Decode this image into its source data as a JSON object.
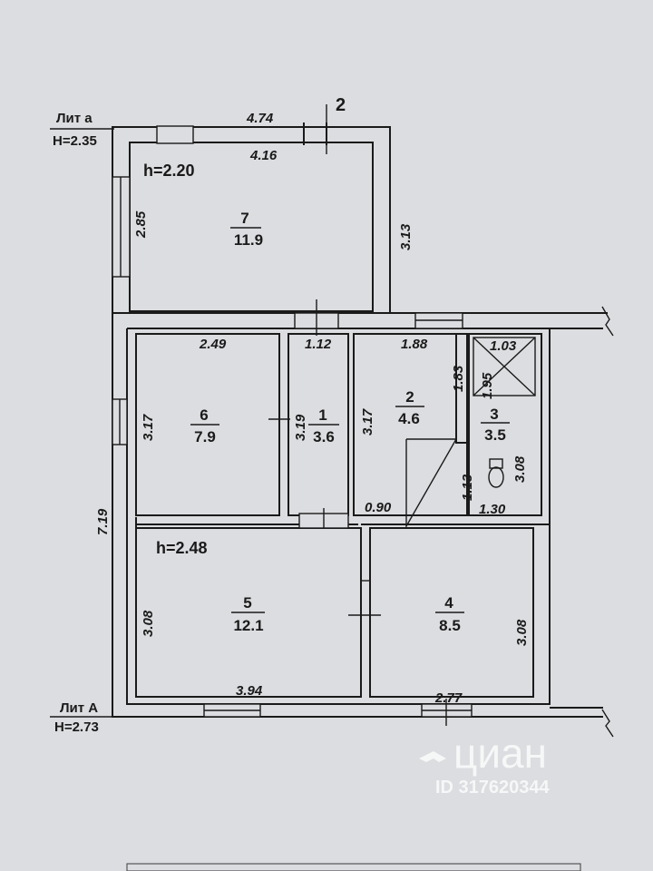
{
  "lit_a_small": {
    "name": "Лит а",
    "height": "H=2.35"
  },
  "lit_a_big": {
    "name": "Лит А",
    "height": "H=2.73"
  },
  "marker_2": "2",
  "ceiling_heights": {
    "lit_a": "h=2.20",
    "lit_A": "h=2.48"
  },
  "rooms": {
    "r7": {
      "number": "7",
      "area": "11.9"
    },
    "r6": {
      "number": "6",
      "area": "7.9"
    },
    "r1": {
      "number": "1",
      "area": "3.6"
    },
    "r2": {
      "number": "2",
      "area": "4.6"
    },
    "r3": {
      "number": "3",
      "area": "3.5"
    },
    "r5": {
      "number": "5",
      "area": "12.1"
    },
    "r4": {
      "number": "4",
      "area": "8.5"
    }
  },
  "dims": {
    "d474": "4.74",
    "d416": "4.16",
    "d285": "2.85",
    "d313": "3.13",
    "d249": "2.49",
    "d112": "1.12",
    "d188": "1.88",
    "d103": "1.03",
    "d183": "1.83",
    "d195": "1.95",
    "d317a": "3.17",
    "d319": "3.19",
    "d317b": "3.17",
    "d308a": "3.08",
    "d113": "1.13",
    "d130": "1.30",
    "d090": "0.90",
    "d719": "7.19",
    "d308b": "3.08",
    "d308c": "3.08",
    "d394": "3.94",
    "d277": "2.77"
  },
  "watermark": {
    "brand": "циан",
    "id": "ID 317620344"
  }
}
